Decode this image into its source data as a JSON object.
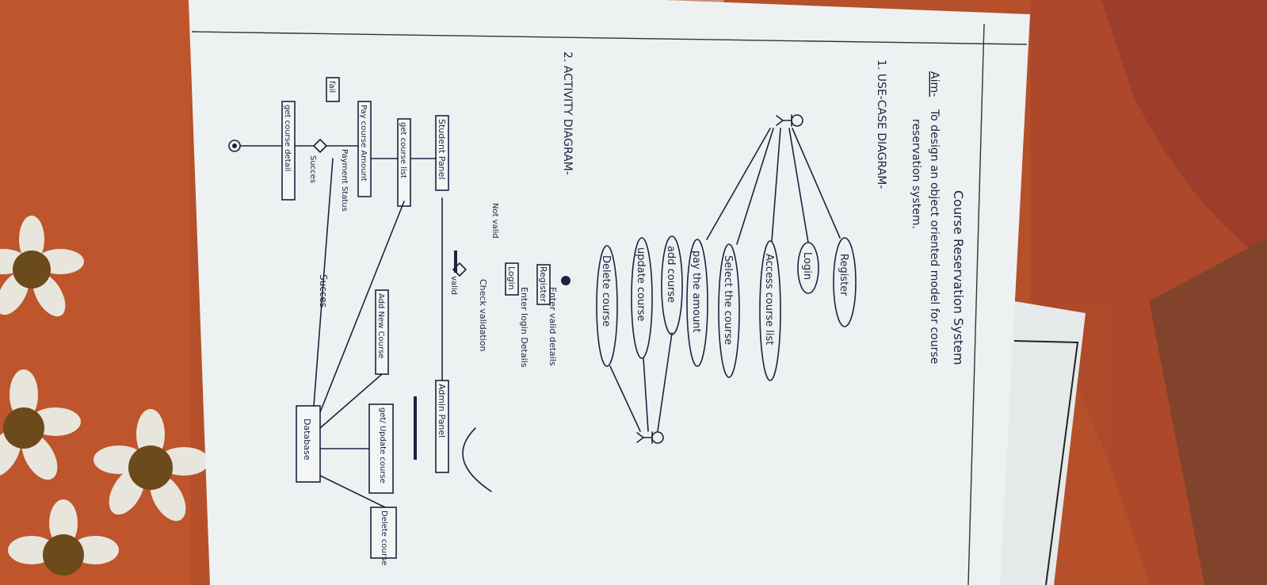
{
  "page": {
    "title": "Course Reservation System",
    "aim_label": "Aim-",
    "aim_line1": "To design an object oriented model for course",
    "aim_line2": "reservation system.",
    "section1": "1. USE-CASE DIAGRAM-",
    "section2": "2. ACTIVITY DIAGRAM-"
  },
  "use_cases": [
    "Register",
    "Login",
    "Access course list",
    "Select the course",
    "pay the amount",
    "add course",
    "update course",
    "Delete course"
  ],
  "activity": {
    "enter_valid_details": "Enter valid details",
    "register": "Register",
    "enter_login_details": "Enter login Details",
    "login": "Login",
    "check_validation": "Check validation",
    "not_valid": "Not valid",
    "valid": "valid",
    "student_panel": "Student Panel",
    "get_course_list": "get course list",
    "pay_course_amount": "Pay course Amount",
    "payment_status": "Payment Status",
    "fail": "fail",
    "success_small": "Succes",
    "get_course_detail": "get course detail",
    "success_large": "Succes",
    "add_new_course": "Add New Course",
    "admin_panel": "Admin Panel",
    "get_update_course": "get/ Update course",
    "delete_course": "Delete course",
    "database": "Database"
  },
  "colors": {
    "paper": "#eef1f2",
    "ink": "#1d2240",
    "fabric": "#b5502a",
    "flower_petal": "#e8e6dc",
    "flower_center": "#6b4a1c"
  }
}
